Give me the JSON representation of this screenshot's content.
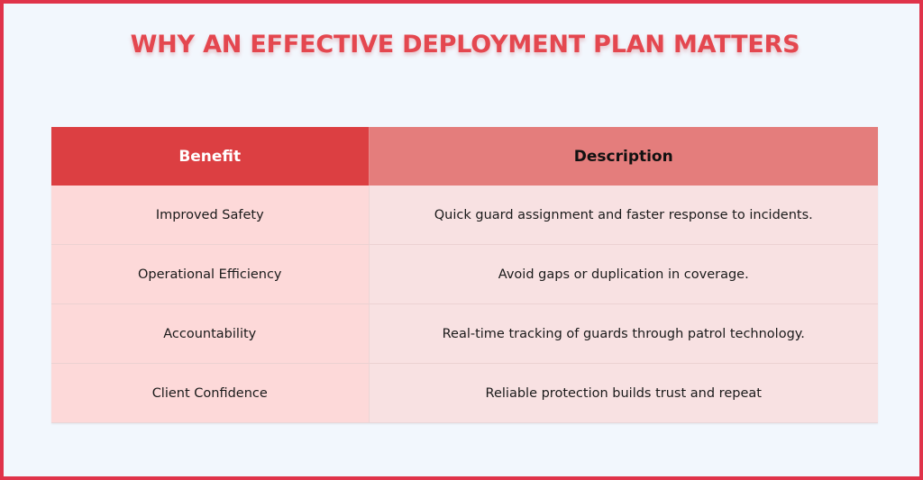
{
  "title": "WHY AN EFFECTIVE DEPLOYMENT PLAN MATTERS",
  "colors": {
    "border": "#e0334a",
    "background": "#f2f7fd",
    "title": "#e4474f",
    "header_benefit_bg": "#dc3f42",
    "header_description_bg": "#e47d7c",
    "benefit_cell_bg": "#fdd9d9",
    "description_cell_bg": "#f8e1e2"
  },
  "table": {
    "headers": [
      "Benefit",
      "Description"
    ],
    "rows": [
      {
        "benefit": "Improved Safety",
        "description": "Quick guard assignment and faster response to incidents."
      },
      {
        "benefit": "Operational Efficiency",
        "description": "Avoid gaps or duplication in coverage."
      },
      {
        "benefit": "Accountability",
        "description": "Real-time tracking of guards through patrol technology."
      },
      {
        "benefit": "Client Confidence",
        "description": "Reliable protection builds trust and repeat"
      }
    ]
  }
}
